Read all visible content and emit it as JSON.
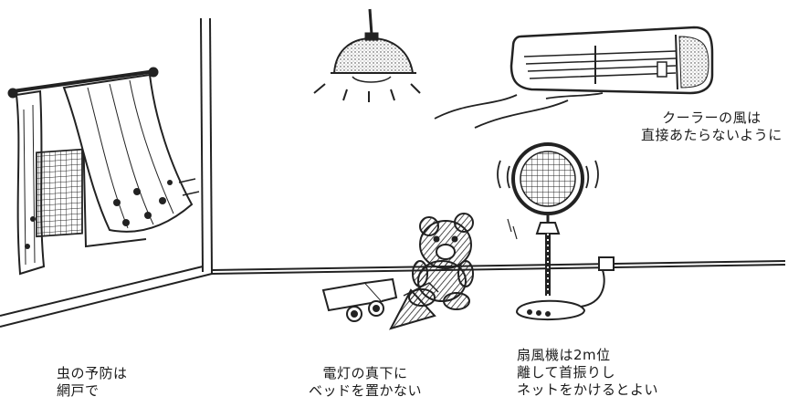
{
  "captions": {
    "cooler": [
      "クーラーの風は",
      "直接あたらないように"
    ],
    "insect": [
      "虫の予防は",
      "網戸で"
    ],
    "lamp": [
      "電灯の真下に",
      "ベッドを置かない"
    ],
    "fan": [
      "扇風機は2m位",
      "離して首振りし",
      "ネットをかけるとよい"
    ]
  }
}
